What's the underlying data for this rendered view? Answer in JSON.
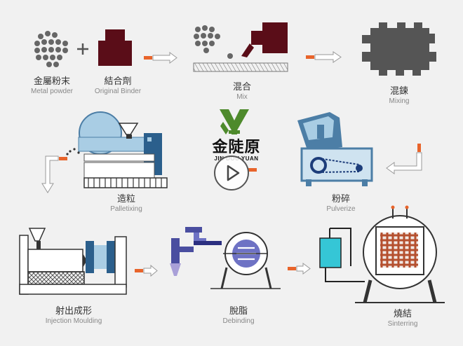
{
  "colors": {
    "background": "#f1f1f1",
    "powder": "#666666",
    "binder": "#5a0d18",
    "arrow_orange": "#e8642b",
    "machine_blue": "#4c7ea6",
    "machine_light": "#a9cde4",
    "sinter_brick": "#b5502f",
    "cyan": "#35c6d6",
    "logo_green": "#4e8a2c",
    "debind_purple": "#4a4ea0"
  },
  "steps": [
    {
      "id": "metal-powder",
      "zh": "金屬粉末",
      "en": "Metal powder"
    },
    {
      "id": "original-binder",
      "zh": "結合劑",
      "en": "Original Binder"
    },
    {
      "id": "mix",
      "zh": "混合",
      "en": "Mix"
    },
    {
      "id": "mixing",
      "zh": "混鍊",
      "en": "Mixing"
    },
    {
      "id": "palletixing",
      "zh": "造粒",
      "en": "Palletixing"
    },
    {
      "id": "pulverize",
      "zh": "粉碎",
      "en": "Pulverize"
    },
    {
      "id": "injection",
      "zh": "射出成形",
      "en": "Injection Moulding"
    },
    {
      "id": "debinding",
      "zh": "脫脂",
      "en": "Debinding"
    },
    {
      "id": "sinterring",
      "zh": "燒結",
      "en": "Sinterring"
    }
  ],
  "logo": {
    "zh": "金陡原",
    "en": "JIN DOU YUAN",
    "icon": "jy-logo-icon"
  },
  "plus_sign": "+",
  "play_button": {
    "icon": "play-icon"
  }
}
